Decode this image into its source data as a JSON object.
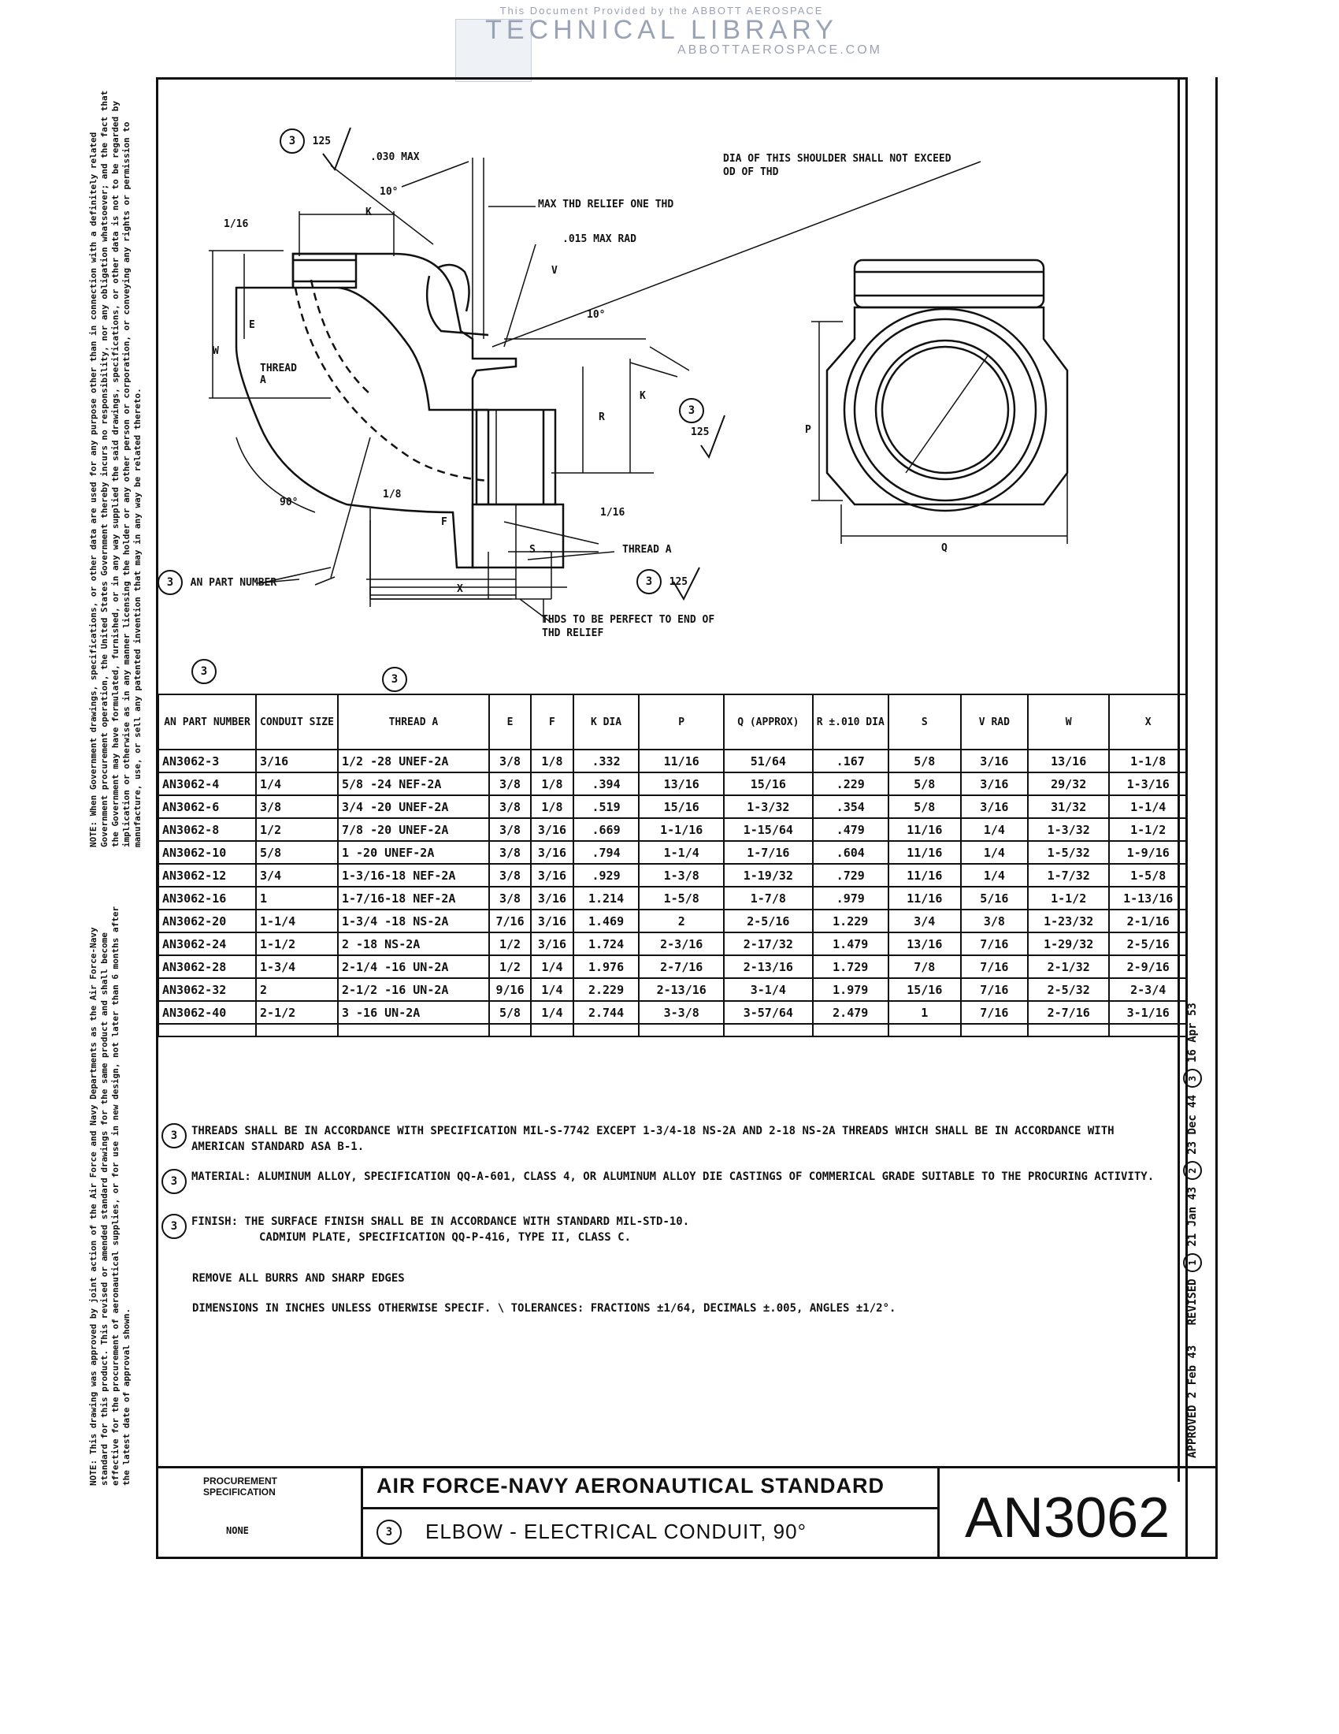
{
  "header": {
    "line1": "This Document Provided by the ABBOTT AEROSPACE",
    "line2": "TECHNICAL LIBRARY",
    "line3": "ABBOTTAEROSPACE.COM"
  },
  "side_note_1": "NOTE: When Government drawings, specifications, or other data are used for any purpose other than in connection with a definitely related Government procurement operation, the United States Government thereby incurs no responsibility, nor any obligation whatsoever; and the fact that the Government may have formulated, furnished, or in any way supplied the said drawings, specifications, or other data is not to be regarded by implication or otherwise as in any manner licensing the holder or any other person or corporation, or conveying any rights or permission to manufacture, use, or sell any patented invention that may in any way be related thereto.",
  "side_note_2": "NOTE: This drawing was approved by joint action of the Air Force and Navy Departments as the Air Force-Navy standard for this product. This revised or amended standard drawings for the same product and shall become effective for the procurement of aeronautical supplies, or for use in new design, not later than 6 months after the latest date of approval shown.",
  "revisions": {
    "approved": "APPROVED 2 Feb 43",
    "revised_label": "REVISED",
    "rev1": "1",
    "rev1_date": "21 Jan 43",
    "rev2": "2",
    "rev2_date": "23 Dec 44",
    "rev3": "3",
    "rev3_date": "16 Apr 53"
  },
  "drawing": {
    "finish_125_a": "125",
    "finish_125_b": "125",
    "finish_125_c": "125",
    "rev_mark": "3",
    "max_030": ".030 MAX",
    "angle_10_a": "10°",
    "max_thd_relief": "MAX THD RELIEF ONE THD",
    "max_rad": ".015 MAX RAD",
    "dim_1_16_a": "1/16",
    "dim_E": "E",
    "dim_V": "V",
    "dim_K": "K",
    "dim_W": "W",
    "thread_a_label": "THREAD",
    "thread_a_letter": "A",
    "angle_10_b": "10°",
    "dim_R": "R",
    "angle_90": "90°",
    "dim_1_8": "1/8",
    "dim_1_16_b": "1/16",
    "dim_F": "F",
    "dim_S": "S",
    "thread_a_b": "THREAD A",
    "an_part_number": "AN PART NUMBER",
    "dim_X": "X",
    "thds_perfect": "THDS TO BE PERFECT TO END OF THD RELIEF",
    "dia_shoulder": "DIA OF THIS SHOULDER SHALL NOT EXCEED OD OF THD",
    "dim_P": "P",
    "dim_Q": "Q"
  },
  "table": {
    "rev_mark_1": "3",
    "rev_mark_2": "3",
    "headers": [
      "AN PART NUMBER",
      "CONDUIT SIZE",
      "THREAD A",
      "E",
      "F",
      "K DIA",
      "P",
      "Q (APPROX)",
      "R ±.010 DIA",
      "S",
      "V RAD",
      "W",
      "X"
    ],
    "rows": [
      [
        "AN3062-3",
        "3/16",
        "1/2 -28 UNEF-2A",
        "3/8",
        "1/8",
        ".332",
        "11/16",
        "51/64",
        ".167",
        "5/8",
        "3/16",
        "13/16",
        "1-1/8"
      ],
      [
        "AN3062-4",
        "1/4",
        "5/8 -24 NEF-2A",
        "3/8",
        "1/8",
        ".394",
        "13/16",
        "15/16",
        ".229",
        "5/8",
        "3/16",
        "29/32",
        "1-3/16"
      ],
      [
        "AN3062-6",
        "3/8",
        "3/4 -20 UNEF-2A",
        "3/8",
        "1/8",
        ".519",
        "15/16",
        "1-3/32",
        ".354",
        "5/8",
        "3/16",
        "31/32",
        "1-1/4"
      ],
      [
        "AN3062-8",
        "1/2",
        "7/8 -20 UNEF-2A",
        "3/8",
        "3/16",
        ".669",
        "1-1/16",
        "1-15/64",
        ".479",
        "11/16",
        "1/4",
        "1-3/32",
        "1-1/2"
      ],
      [
        "AN3062-10",
        "5/8",
        "1 -20 UNEF-2A",
        "3/8",
        "3/16",
        ".794",
        "1-1/4",
        "1-7/16",
        ".604",
        "11/16",
        "1/4",
        "1-5/32",
        "1-9/16"
      ],
      [
        "AN3062-12",
        "3/4",
        "1-3/16-18 NEF-2A",
        "3/8",
        "3/16",
        ".929",
        "1-3/8",
        "1-19/32",
        ".729",
        "11/16",
        "1/4",
        "1-7/32",
        "1-5/8"
      ],
      [
        "AN3062-16",
        "1",
        "1-7/16-18 NEF-2A",
        "3/8",
        "3/16",
        "1.214",
        "1-5/8",
        "1-7/8",
        ".979",
        "11/16",
        "5/16",
        "1-1/2",
        "1-13/16"
      ],
      [
        "AN3062-20",
        "1-1/4",
        "1-3/4 -18 NS-2A",
        "7/16",
        "3/16",
        "1.469",
        "2",
        "2-5/16",
        "1.229",
        "3/4",
        "3/8",
        "1-23/32",
        "2-1/16"
      ],
      [
        "AN3062-24",
        "1-1/2",
        "2 -18 NS-2A",
        "1/2",
        "3/16",
        "1.724",
        "2-3/16",
        "2-17/32",
        "1.479",
        "13/16",
        "7/16",
        "1-29/32",
        "2-5/16"
      ],
      [
        "AN3062-28",
        "1-3/4",
        "2-1/4 -16 UN-2A",
        "1/2",
        "1/4",
        "1.976",
        "2-7/16",
        "2-13/16",
        "1.729",
        "7/8",
        "7/16",
        "2-1/32",
        "2-9/16"
      ],
      [
        "AN3062-32",
        "2",
        "2-1/2 -16 UN-2A",
        "9/16",
        "1/4",
        "2.229",
        "2-13/16",
        "3-1/4",
        "1.979",
        "15/16",
        "7/16",
        "2-5/32",
        "2-3/4"
      ],
      [
        "AN3062-40",
        "2-1/2",
        "3 -16 UN-2A",
        "5/8",
        "1/4",
        "2.744",
        "3-3/8",
        "3-57/64",
        "2.479",
        "1",
        "7/16",
        "2-7/16",
        "3-1/16"
      ]
    ]
  },
  "notes": {
    "mark": "3",
    "threads": "THREADS SHALL BE IN ACCORDANCE WITH SPECIFICATION MIL-S-7742 EXCEPT 1-3/4-18 NS-2A AND 2-18 NS-2A THREADS WHICH SHALL BE IN ACCORDANCE WITH AMERICAN STANDARD ASA B-1.",
    "material": "MATERIAL: ALUMINUM ALLOY, SPECIFICATION QQ-A-601, CLASS 4, OR ALUMINUM ALLOY DIE CASTINGS OF COMMERICAL GRADE SUITABLE TO THE PROCURING ACTIVITY.",
    "finish_1": "FINISH: THE SURFACE FINISH SHALL BE IN ACCORDANCE WITH STANDARD MIL-STD-10.",
    "finish_2": "CADMIUM PLATE, SPECIFICATION QQ-P-416, TYPE II, CLASS C.",
    "burrs": "REMOVE ALL BURRS AND SHARP EDGES",
    "dimensions": "DIMENSIONS IN INCHES UNLESS OTHERWISE SPECIF. \\ TOLERANCES: FRACTIONS ±1/64, DECIMALS ±.005, ANGLES ±1/2°."
  },
  "title_block": {
    "procurement_label": "PROCUREMENT SPECIFICATION",
    "procurement_value": "NONE",
    "standard_title": "AIR FORCE-NAVY AERONAUTICAL STANDARD",
    "rev_mark": "3",
    "part_title": "ELBOW - ELECTRICAL CONDUIT, 90°",
    "number": "AN3062"
  }
}
